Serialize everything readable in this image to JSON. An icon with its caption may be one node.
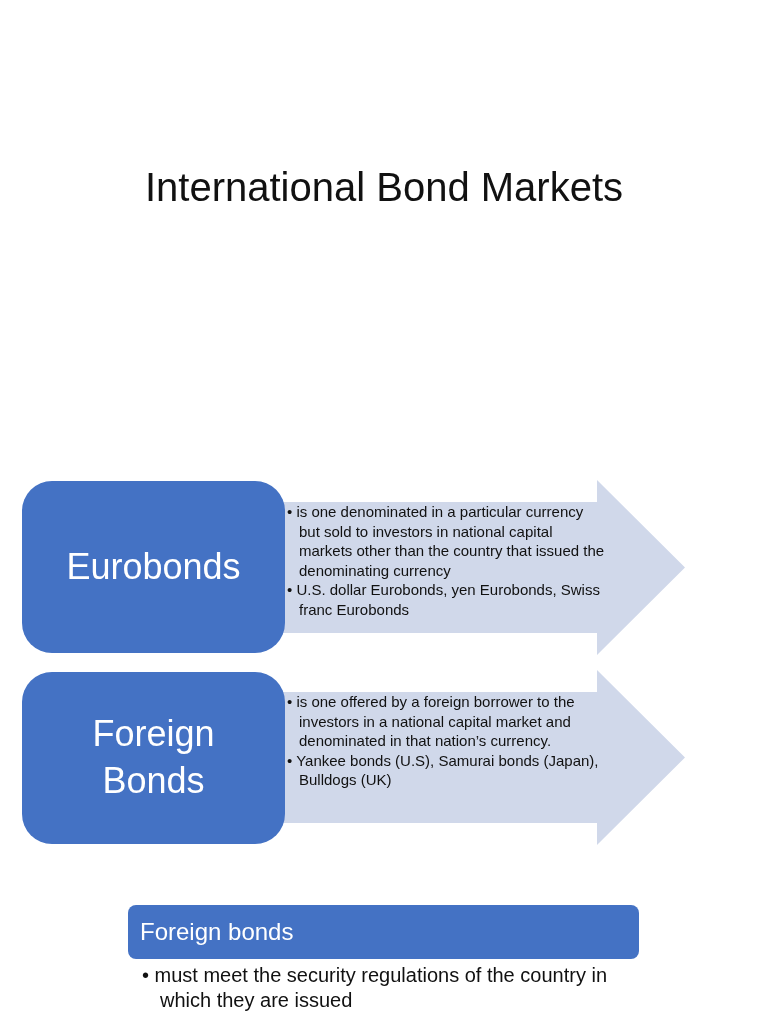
{
  "diagram": {
    "title": "International Bond Markets",
    "nodes": [
      {
        "text": [
          "Eurobonds"
        ]
      },
      {
        "text": [
          "• is one denominated in a particular currency but sold to investors in national capital markets other than the country that issued the denominating currency",
          "• U.S. dollar Eurobonds, yen Eurobonds, Swiss franc Eurobonds"
        ]
      },
      {
        "text": [
          "Foreign Bonds"
        ]
      },
      {
        "text": [
          "• is one offered by a foreign borrower to the investors in a national capital market and denominated in that nation’s currency.",
          "• Yankee bonds (U.S), Samurai bonds (Japan), Bulldogs (UK)"
        ]
      },
      {
        "text": [
          "Foreign bonds"
        ],
        "beside": [
          "• must meet the security regulations of the country in which they are issued"
        ]
      }
    ],
    "edges": []
  }
}
